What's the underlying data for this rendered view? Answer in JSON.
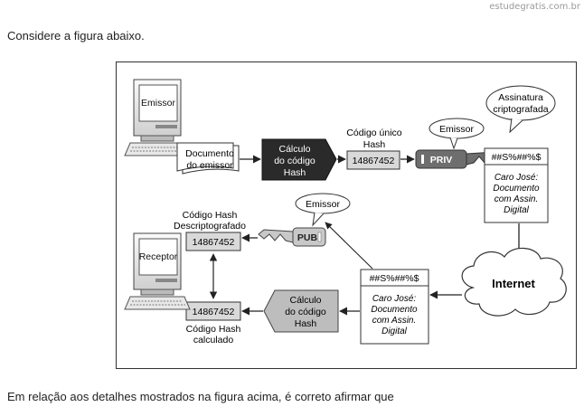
{
  "header": {
    "watermark": "estudegratis.com.br"
  },
  "question": {
    "intro": "Considere a figura abaixo.",
    "prompt": "Em relação aos detalhes mostrados na figura acima, é correto afirmar que"
  },
  "figure": {
    "emissor_pc_label": "Emissor",
    "receptor_pc_label": "Receptor",
    "document_label_line1": "Documento",
    "document_label_line2": "do emissor",
    "hash_calc_line1": "Cálculo",
    "hash_calc_line2": "do código",
    "hash_calc_line3": "Hash",
    "unique_code_line1": "Código único",
    "unique_code_line2": "Hash",
    "hash_value_top": "14867452",
    "priv_key_label": "PRIV",
    "emissor_bubble_top": "Emissor",
    "signature_bubble_line1": "Assinatura",
    "signature_bubble_line2": "criptografada",
    "signed_doc_top": {
      "cipher": "##S%##%$",
      "body_line1": "Caro José:",
      "body_line2": "Documento",
      "body_line3": "com Assin.",
      "body_line4": "Digital"
    },
    "internet_label": "Internet",
    "signed_doc_bottom": {
      "cipher": "##S%##%$",
      "body_line1": "Caro José:",
      "body_line2": "Documento",
      "body_line3": "com Assin.",
      "body_line4": "Digital"
    },
    "hash_calc2_line1": "Cálculo",
    "hash_calc2_line2": "do código",
    "hash_calc2_line3": "Hash",
    "pub_key_label": "PUB",
    "emissor_bubble_bottom": "Emissor",
    "decrypted_hash_line1": "Código Hash",
    "decrypted_hash_line2": "Descriptografado",
    "decrypted_hash_value": "14867452",
    "calculated_hash_value": "14867452",
    "calculated_hash_line1": "Código Hash",
    "calculated_hash_line2": "calculado"
  }
}
